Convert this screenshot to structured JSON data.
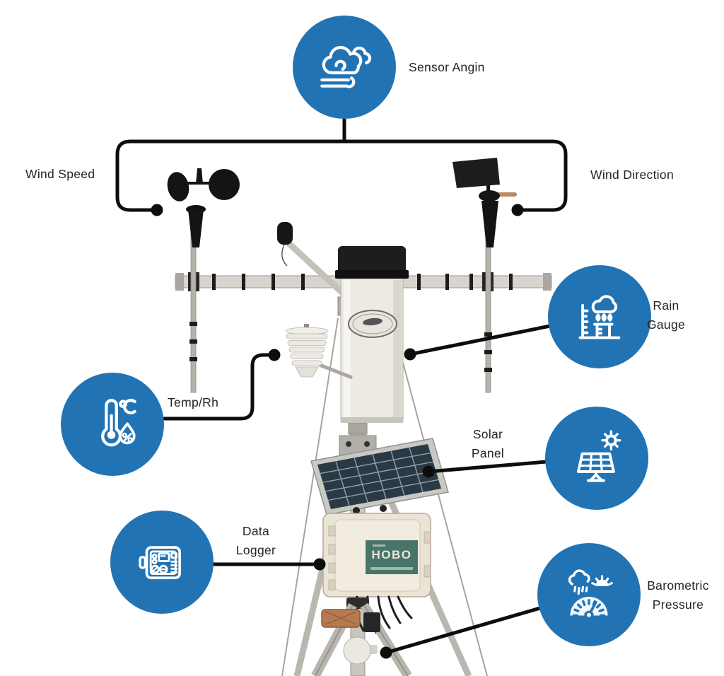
{
  "colors": {
    "accent": "#2173b4",
    "connector": "#0d0d0d",
    "label_text": "#242424"
  },
  "labels": {
    "sensor_angin": "Sensor Angin",
    "wind_speed": "Wind Speed",
    "wind_direction": "Wind Direction",
    "rain_gauge": "Rain\nGauge",
    "temp_rh": "Temp/Rh",
    "solar_panel": "Solar\nPanel",
    "data_logger": "Data\nLogger",
    "barometric_pressure": "Barometric\nPressure"
  },
  "icons": {
    "sensor_angin": "wind-clouds-icon",
    "rain_gauge": "rain-measure-icon",
    "temp_rh": "thermometer-humidity-icon",
    "solar_panel": "solar-panel-sun-icon",
    "data_logger": "logger-device-icon",
    "barometric_pressure": "weather-gauge-icon"
  },
  "station": {
    "logger_brand": "HOBO"
  }
}
